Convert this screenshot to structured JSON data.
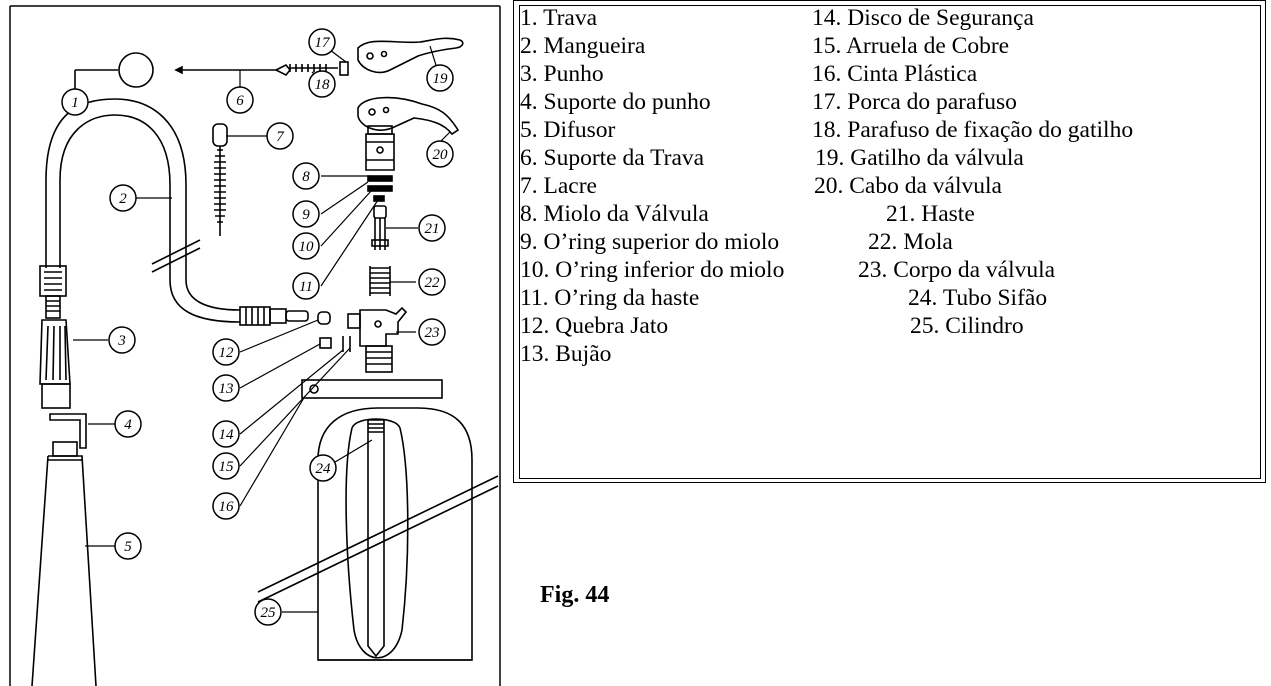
{
  "figure_label": "Fig. 44",
  "parts": [
    {
      "num": "1",
      "label": "1. Trava"
    },
    {
      "num": "2",
      "label": "2. Mangueira"
    },
    {
      "num": "3",
      "label": "3. Punho"
    },
    {
      "num": "4",
      "label": "4. Suporte do punho"
    },
    {
      "num": "5",
      "label": "5. Difusor"
    },
    {
      "num": "6",
      "label": "6. Suporte da Trava"
    },
    {
      "num": "7",
      "label": "7. Lacre"
    },
    {
      "num": "8",
      "label": "8. Miolo da Válvula"
    },
    {
      "num": "9",
      "label": "9. O’ring superior do miolo"
    },
    {
      "num": "10",
      "label": "10. O’ring inferior do miolo"
    },
    {
      "num": "11",
      "label": "11. O’ring da haste"
    },
    {
      "num": "12",
      "label": "12. Quebra Jato"
    },
    {
      "num": "13",
      "label": "13. Bujão"
    },
    {
      "num": "14",
      "label": "14. Disco de Segurança"
    },
    {
      "num": "15",
      "label": "15. Arruela de Cobre"
    },
    {
      "num": "16",
      "label": "16. Cinta Plástica"
    },
    {
      "num": "17",
      "label": "17. Porca do parafuso"
    },
    {
      "num": "18",
      "label": "18. Parafuso de fixação do gatilho"
    },
    {
      "num": "19",
      "label": "19. Gatilho da válvula"
    },
    {
      "num": "20",
      "label": "20. Cabo da válvula"
    },
    {
      "num": "21",
      "label": "21. Haste"
    },
    {
      "num": "22",
      "label": "22. Mola"
    },
    {
      "num": "23",
      "label": "23. Corpo da válvula"
    },
    {
      "num": "24",
      "label": "24. Tubo Sifão"
    },
    {
      "num": "25",
      "label": "25. Cilindro"
    }
  ]
}
